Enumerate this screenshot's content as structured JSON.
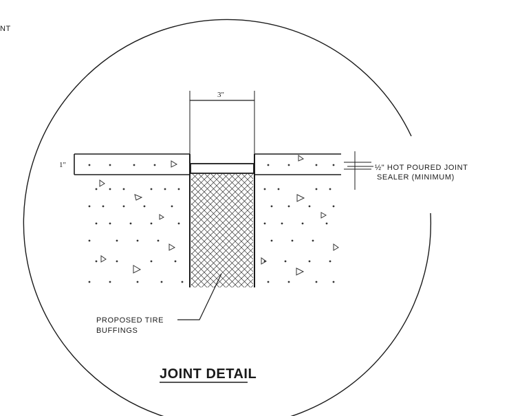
{
  "corner_label": "NT",
  "dimensions": {
    "joint_width": "3\"",
    "slab_thickness": "1\""
  },
  "callouts": {
    "sealer_line1": "½\" HOT POURED JOINT",
    "sealer_line2": "SEALER (MINIMUM)",
    "filler_line1": "PROPOSED TIRE",
    "filler_line2": "BUFFINGS"
  },
  "title": "JOINT DETAIL"
}
